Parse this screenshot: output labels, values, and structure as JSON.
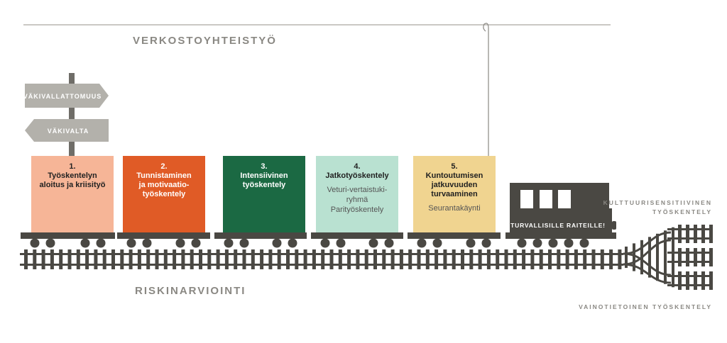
{
  "top_label": "VERKOSTOYHTEISTYÖ",
  "bottom_label": "RISKINARVIOINTI",
  "signs": {
    "right": "VÄKIVALLATTOMUUS",
    "left": "VÄKIVALTA"
  },
  "cars": [
    {
      "num": "1.",
      "title": [
        "Työskentelyn",
        "aloitus ja kriisityö"
      ],
      "sub": [],
      "color": "#f6b597",
      "text_color": "#222"
    },
    {
      "num": "2.",
      "title": [
        "Tunnistaminen",
        "ja motivaatio-",
        "työskentely"
      ],
      "sub": [],
      "color": "#e05b26",
      "text_color": "#fff"
    },
    {
      "num": "3.",
      "title": [
        "Intensiivinen",
        "työskentely"
      ],
      "sub": [],
      "color": "#1b6943",
      "text_color": "#fff"
    },
    {
      "num": "4.",
      "title": [
        "Jatkotyöskentely"
      ],
      "sub": [
        "Veturi-vertaistuki-",
        "ryhmä",
        "Parityöskentely"
      ],
      "color": "#b9e1d1",
      "text_color": "#222"
    },
    {
      "num": "5.",
      "title": [
        "Kuntoutumisen",
        "jatkuvuuden",
        "turvaaminen"
      ],
      "sub": [
        "Seurantakäynti"
      ],
      "color": "#f0d490",
      "text_color": "#222"
    }
  ],
  "locomotive_label": "TURVALLISILLE RAITEILLE!",
  "branch_top": [
    "KULTTUURISENSITIIVINEN",
    "TYÖSKENTELY"
  ],
  "branch_bottom": "VAINOTIETOINEN TYÖSKENTELY",
  "colors": {
    "dark": "#4a4843",
    "sign": "#b3b1ab",
    "label": "#8a8883"
  }
}
